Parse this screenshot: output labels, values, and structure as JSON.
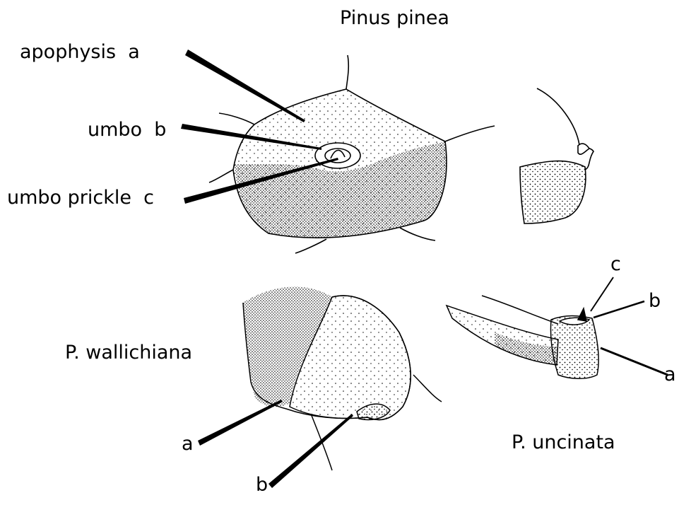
{
  "top": {
    "title": "Pinus pinea",
    "labels": [
      {
        "term": "apophysis",
        "letter": "a"
      },
      {
        "term": "umbo",
        "letter": "b"
      },
      {
        "term": "umbo prickle",
        "letter": "c"
      }
    ]
  },
  "bottom_left": {
    "title": "P. wallichiana",
    "letters": [
      "a",
      "b"
    ]
  },
  "bottom_right": {
    "title": "P. uncinata",
    "letters": [
      "c",
      "b",
      "a"
    ]
  },
  "colors": {
    "ink": "#000000",
    "background": "#ffffff"
  }
}
